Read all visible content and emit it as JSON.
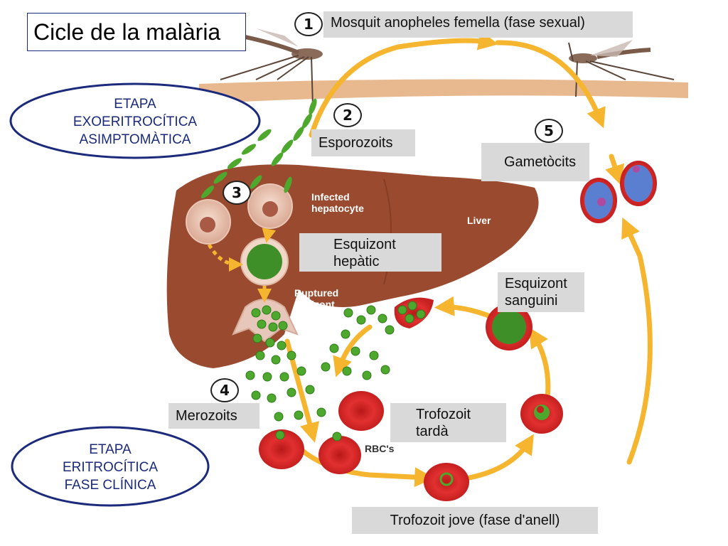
{
  "title": "Cicle de la malària",
  "stages": {
    "exo": [
      "ETAPA",
      "EXOERITROCÍTICA",
      "ASIMPTOMÀTICA"
    ],
    "eri": [
      "ETAPA",
      "ERITROCÍTICA",
      "FASE CLÍNICA"
    ]
  },
  "labels": {
    "mosquit": "Mosquit anopheles femella (fase sexual)",
    "esporozoits": "Esporozoits",
    "gametocits": "Gametòcits",
    "esquizont_hepatic": [
      "Esquizont",
      "hepàtic"
    ],
    "esquizont_sanguini": [
      "Esquizont",
      "sanguini"
    ],
    "trofozoit_tarda": [
      "Trofozoit",
      "tardà"
    ],
    "merozoits": "Merozoits",
    "trofozoit_jove": "Trofozoit jove (fase d'anell)"
  },
  "numbers": [
    "1",
    "2",
    "3",
    "4",
    "5"
  ],
  "image_text": {
    "infected": [
      "Infected",
      "hepatocyte"
    ],
    "liver": "Liver",
    "ruptured": [
      "Ruptured",
      "schizont"
    ],
    "rbcs": "RBC's"
  },
  "colors": {
    "liver": "#9a4a2e",
    "arrow": "#f6b52f",
    "rbc": "#d92b2b",
    "parasite": "#4ea82e",
    "stage_border": "#1b2a7a",
    "label_bg": "#d9d9d9",
    "skin": "#e8b98f"
  }
}
